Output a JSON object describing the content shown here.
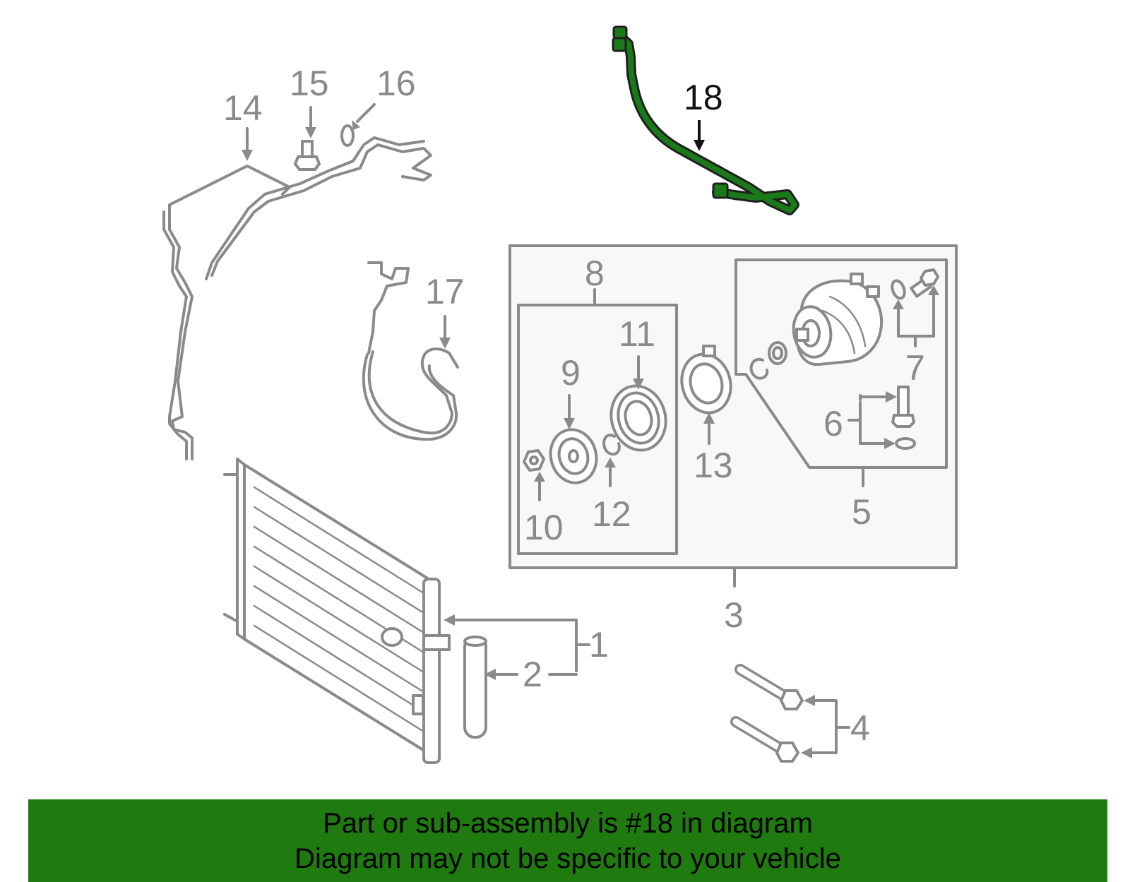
{
  "callouts": {
    "c1": "1",
    "c2": "2",
    "c3": "3",
    "c4": "4",
    "c5": "5",
    "c6": "6",
    "c7": "7",
    "c8": "8",
    "c9": "9",
    "c10": "10",
    "c11": "11",
    "c12": "12",
    "c13": "13",
    "c14": "14",
    "c15": "15",
    "c16": "16",
    "c17": "17",
    "c18": "18"
  },
  "highlight": {
    "part": "18",
    "color": "#1f7a10"
  },
  "banner": {
    "line1": "Part or sub-assembly is #18 in diagram",
    "line2": "Diagram may not be specific to your vehicle"
  }
}
